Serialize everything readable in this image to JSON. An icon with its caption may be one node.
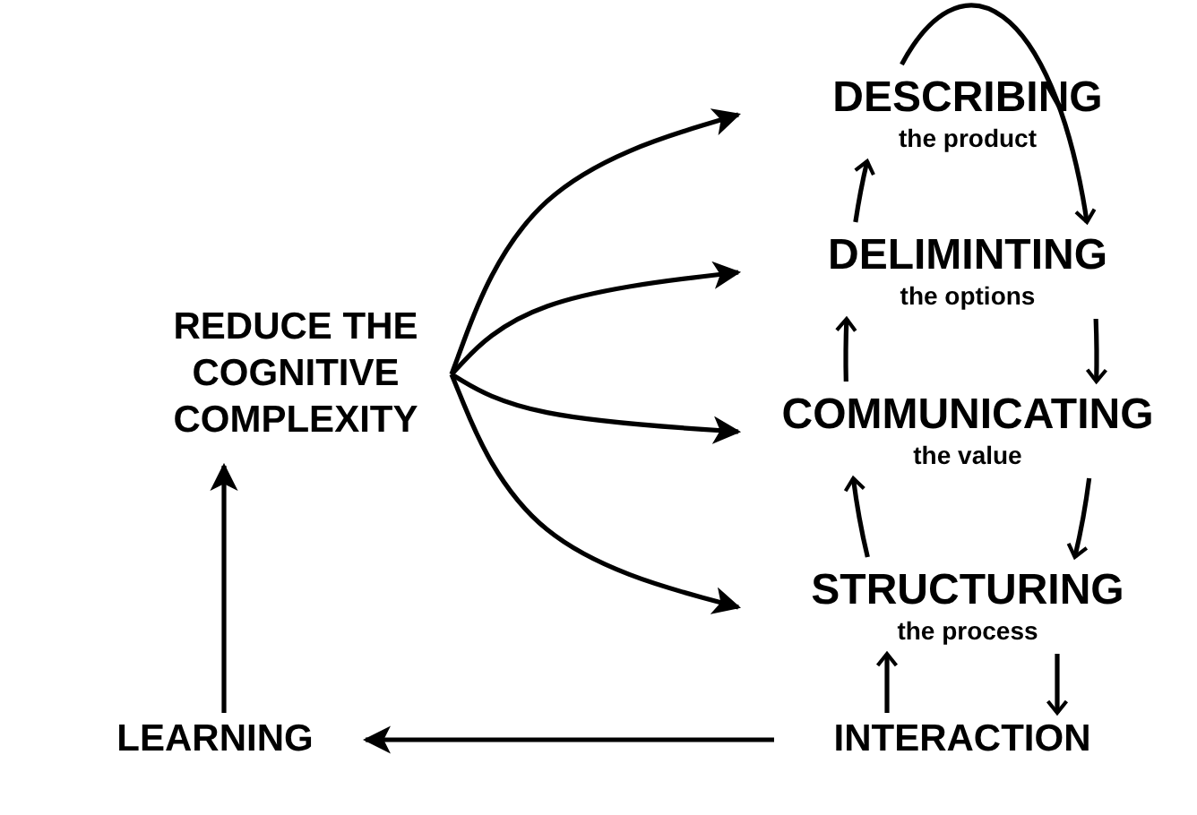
{
  "diagram": {
    "nodes": [
      {
        "text": [
          "REDUCE THE COGNITIVE COMPLEXITY"
        ]
      },
      {
        "text": [
          "DESCRIBING",
          "the product"
        ]
      },
      {
        "text": [
          "DELIMINTING",
          "the options"
        ]
      },
      {
        "text": [
          "COMMUNICATING",
          "the value"
        ]
      },
      {
        "text": [
          "STRUCTURING",
          "the process"
        ]
      },
      {
        "text": [
          "LEARNING"
        ]
      },
      {
        "text": [
          "INTERACTION"
        ]
      }
    ],
    "edges": [
      {
        "from": 0,
        "to": 1,
        "arrow": "to"
      },
      {
        "from": 0,
        "to": 2,
        "arrow": "to"
      },
      {
        "from": 0,
        "to": 3,
        "arrow": "to"
      },
      {
        "from": 0,
        "to": 4,
        "arrow": "to"
      },
      {
        "from": 4,
        "to": 3,
        "arrow": "to"
      },
      {
        "from": 3,
        "to": 2,
        "arrow": "to"
      },
      {
        "from": 2,
        "to": 1,
        "arrow": "to"
      },
      {
        "from": 1,
        "to": 2,
        "arrow": "to"
      },
      {
        "from": 2,
        "to": 3,
        "arrow": "to"
      },
      {
        "from": 3,
        "to": 4,
        "arrow": "to"
      },
      {
        "from": 6,
        "to": 4,
        "arrow": "to"
      },
      {
        "from": 4,
        "to": 6,
        "arrow": "to"
      },
      {
        "from": 6,
        "to": 5,
        "arrow": "to"
      },
      {
        "from": 5,
        "to": 0,
        "arrow": "to"
      }
    ]
  }
}
